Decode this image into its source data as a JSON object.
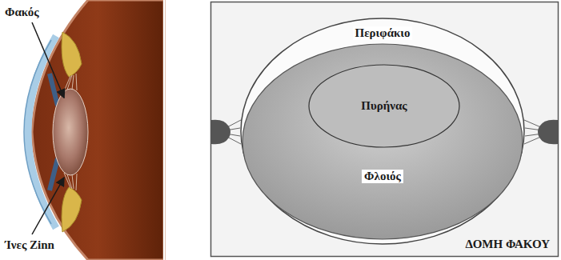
{
  "diagram": {
    "nodes": [
      {
        "text": [
          "Περιφάκιο"
        ]
      },
      {
        "text": [
          "Φλοιός"
        ],
        "in": 0
      },
      {
        "text": [
          "Πυρήνας"
        ],
        "in": 1
      }
    ],
    "labels": [
      "Φακός",
      "Ίνες Zinn",
      "ΔΟΜΗ ΦΑΚΟΥ"
    ]
  }
}
